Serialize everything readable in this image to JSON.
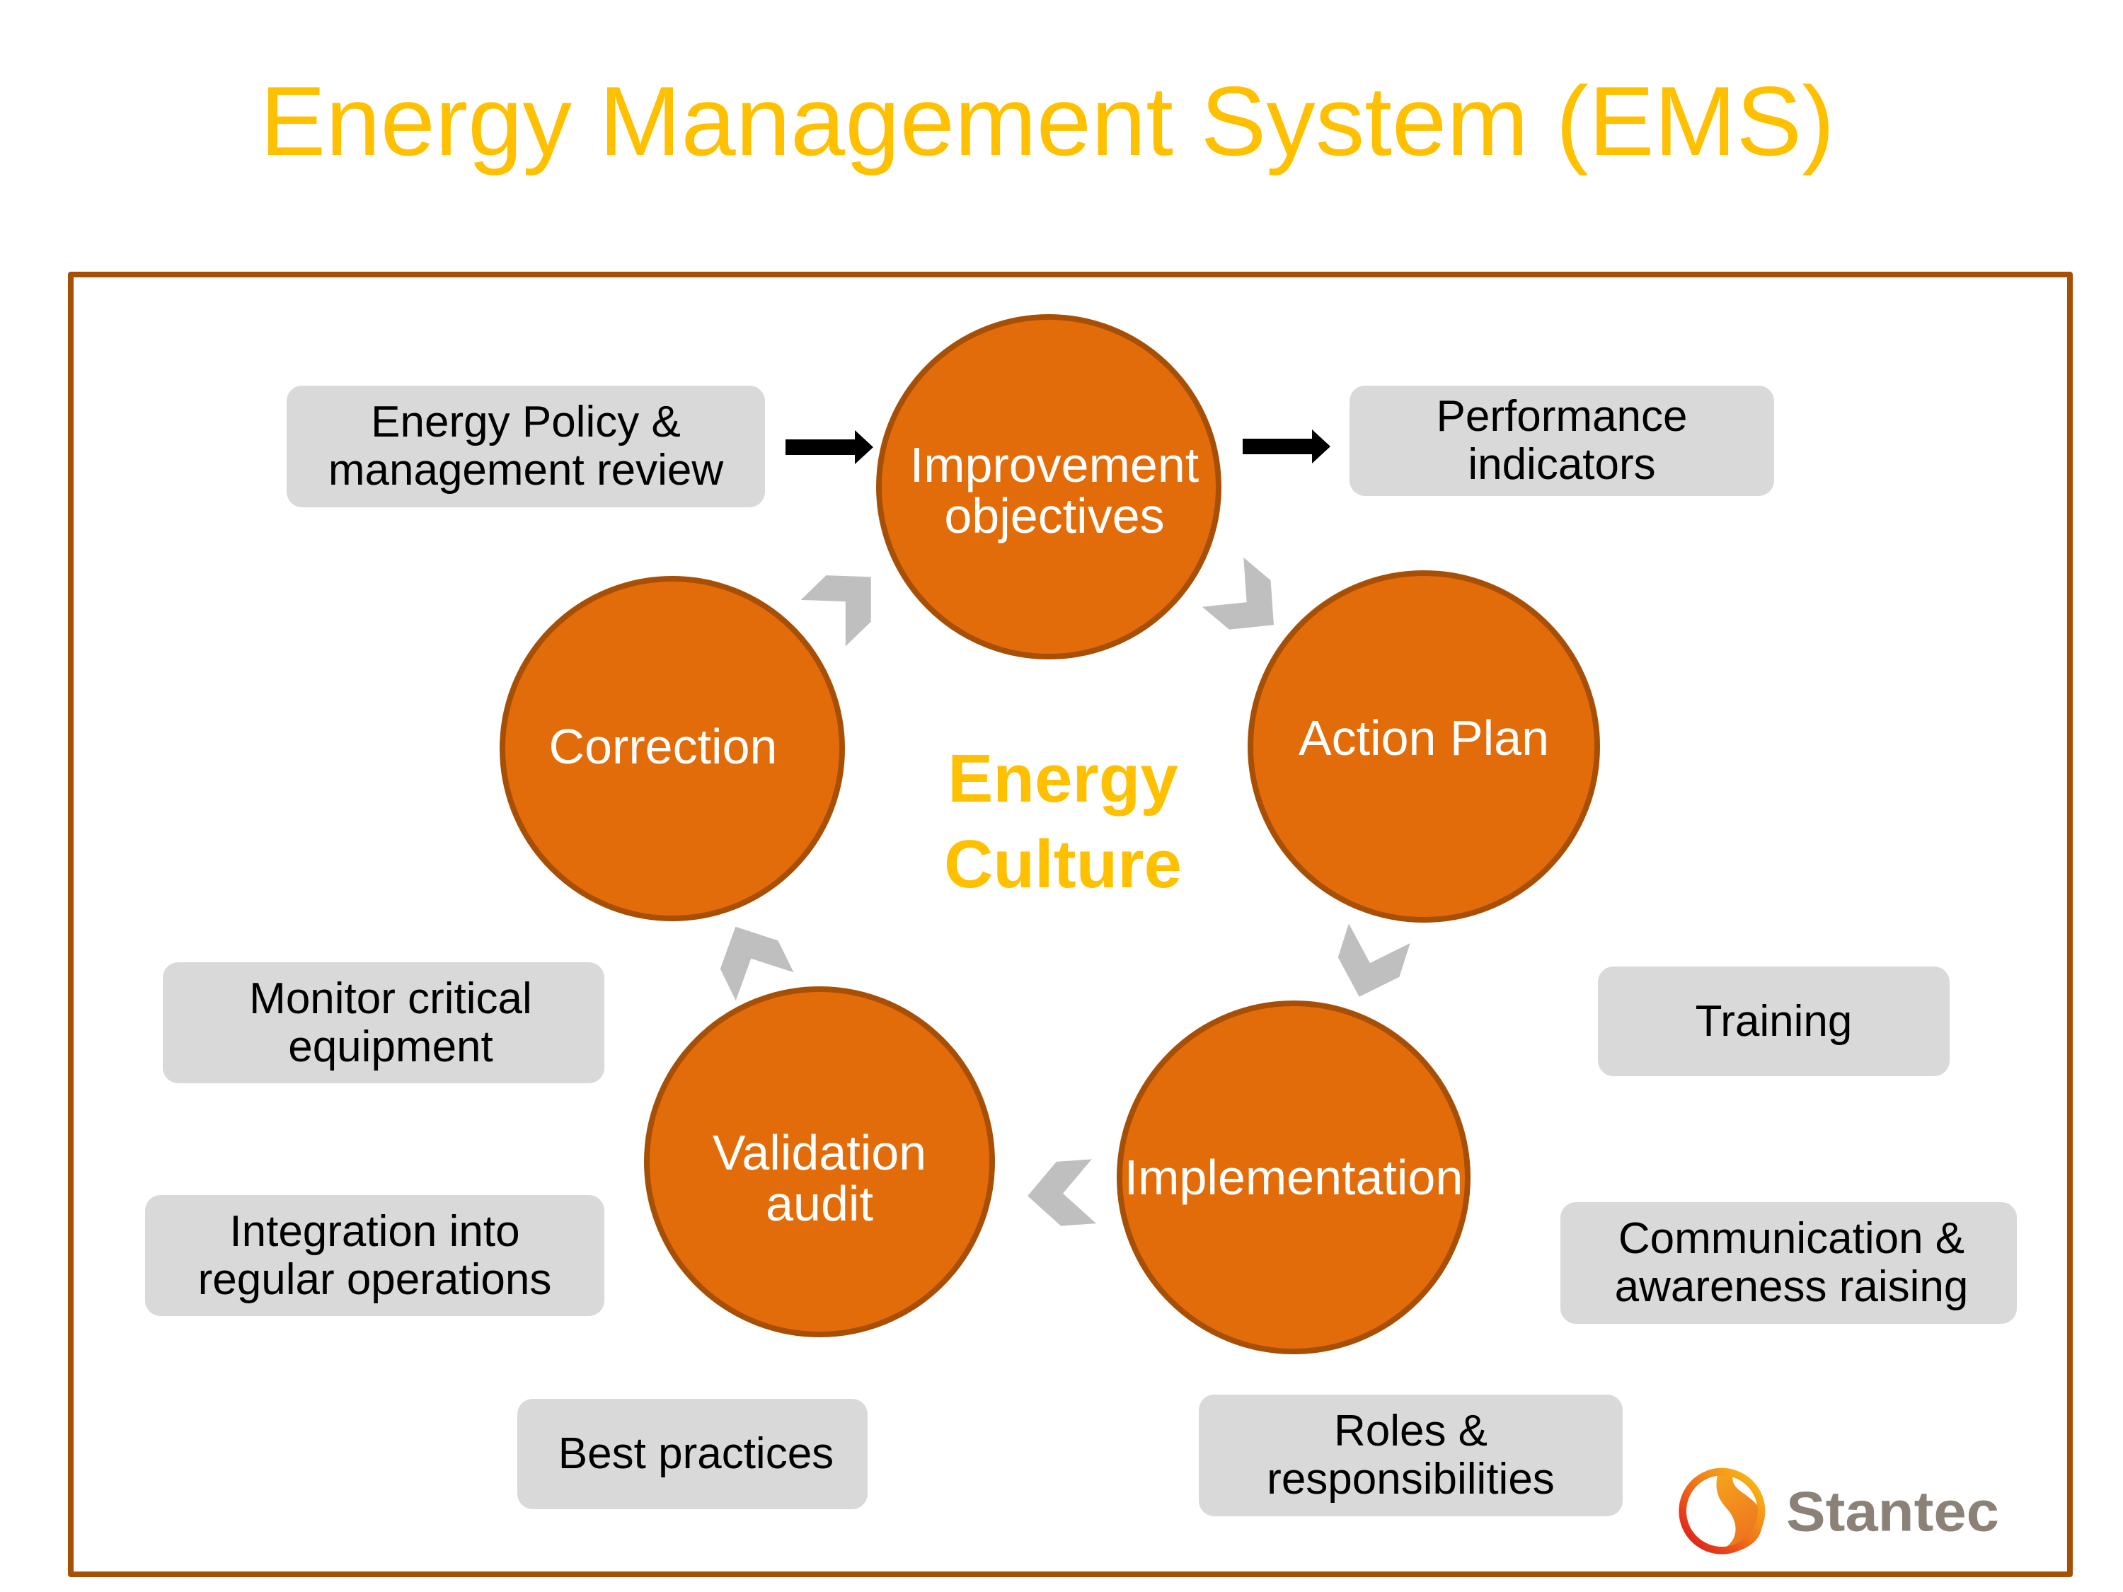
{
  "slide": {
    "title": "Energy Management System (EMS)",
    "center_label": {
      "lines": [
        "Energy",
        "Culture"
      ]
    },
    "logo": {
      "icon": "stantec-logo-icon",
      "wordmark": "Stantec"
    }
  },
  "cycle": {
    "steps": [
      {
        "lines": [
          "Improvement",
          "objectives"
        ]
      },
      {
        "lines": [
          "Action Plan"
        ]
      },
      {
        "lines": [
          "Implementation"
        ]
      },
      {
        "lines": [
          "Validation",
          "audit"
        ]
      },
      {
        "lines": [
          "Correction"
        ]
      }
    ],
    "connector_icon": "chevron-arrow-icon"
  },
  "flow_arrows": [
    {
      "icon": "arrow-right-icon"
    },
    {
      "icon": "arrow-right-icon"
    }
  ],
  "annotations": {
    "input": {
      "lines": [
        "Energy Policy &",
        "management review"
      ]
    },
    "output": {
      "lines": [
        "Performance",
        "indicators"
      ]
    },
    "left": [
      {
        "lines": [
          "Monitor critical",
          "equipment"
        ]
      },
      {
        "lines": [
          "Integration into",
          "regular operations"
        ]
      },
      {
        "lines": [
          "Best practices"
        ]
      }
    ],
    "right": [
      {
        "lines": [
          "Training"
        ]
      },
      {
        "lines": [
          "Communication &",
          "awareness raising"
        ]
      },
      {
        "lines": [
          "Roles &",
          "responsibilities"
        ]
      }
    ]
  },
  "colors": {
    "title": "#FFC000",
    "center_label": "#FFC000",
    "frame": "#A84F06",
    "step_fill": "#E36C0A",
    "step_outline": "#A84F06",
    "step_text": "#FFFFFF",
    "box_fill": "#D9D9D9",
    "box_text": "#000000",
    "chevron": "#BFBFBF",
    "arrow": "#000000",
    "logo_text": "#8B8176"
  }
}
